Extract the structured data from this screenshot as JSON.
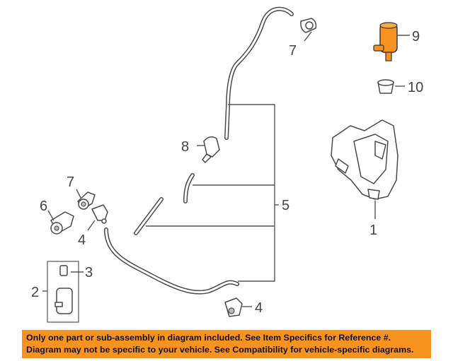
{
  "callouts": {
    "c1": "1",
    "c2": "2",
    "c3": "3",
    "c4a": "4",
    "c4b": "4",
    "c5": "5",
    "c6": "6",
    "c7a": "7",
    "c7b": "7",
    "c8": "8",
    "c9": "9",
    "c10": "10"
  },
  "notice": {
    "line1": "Only one part or sub-assembly in diagram included. See Item Specifics for Reference #.",
    "line2": "Diagram may not be specific to your vehicle. See Compatibility for vehicle-specific diagrams."
  },
  "colors": {
    "highlight_part": "#f7931e",
    "notice_background": "#f7931e"
  }
}
